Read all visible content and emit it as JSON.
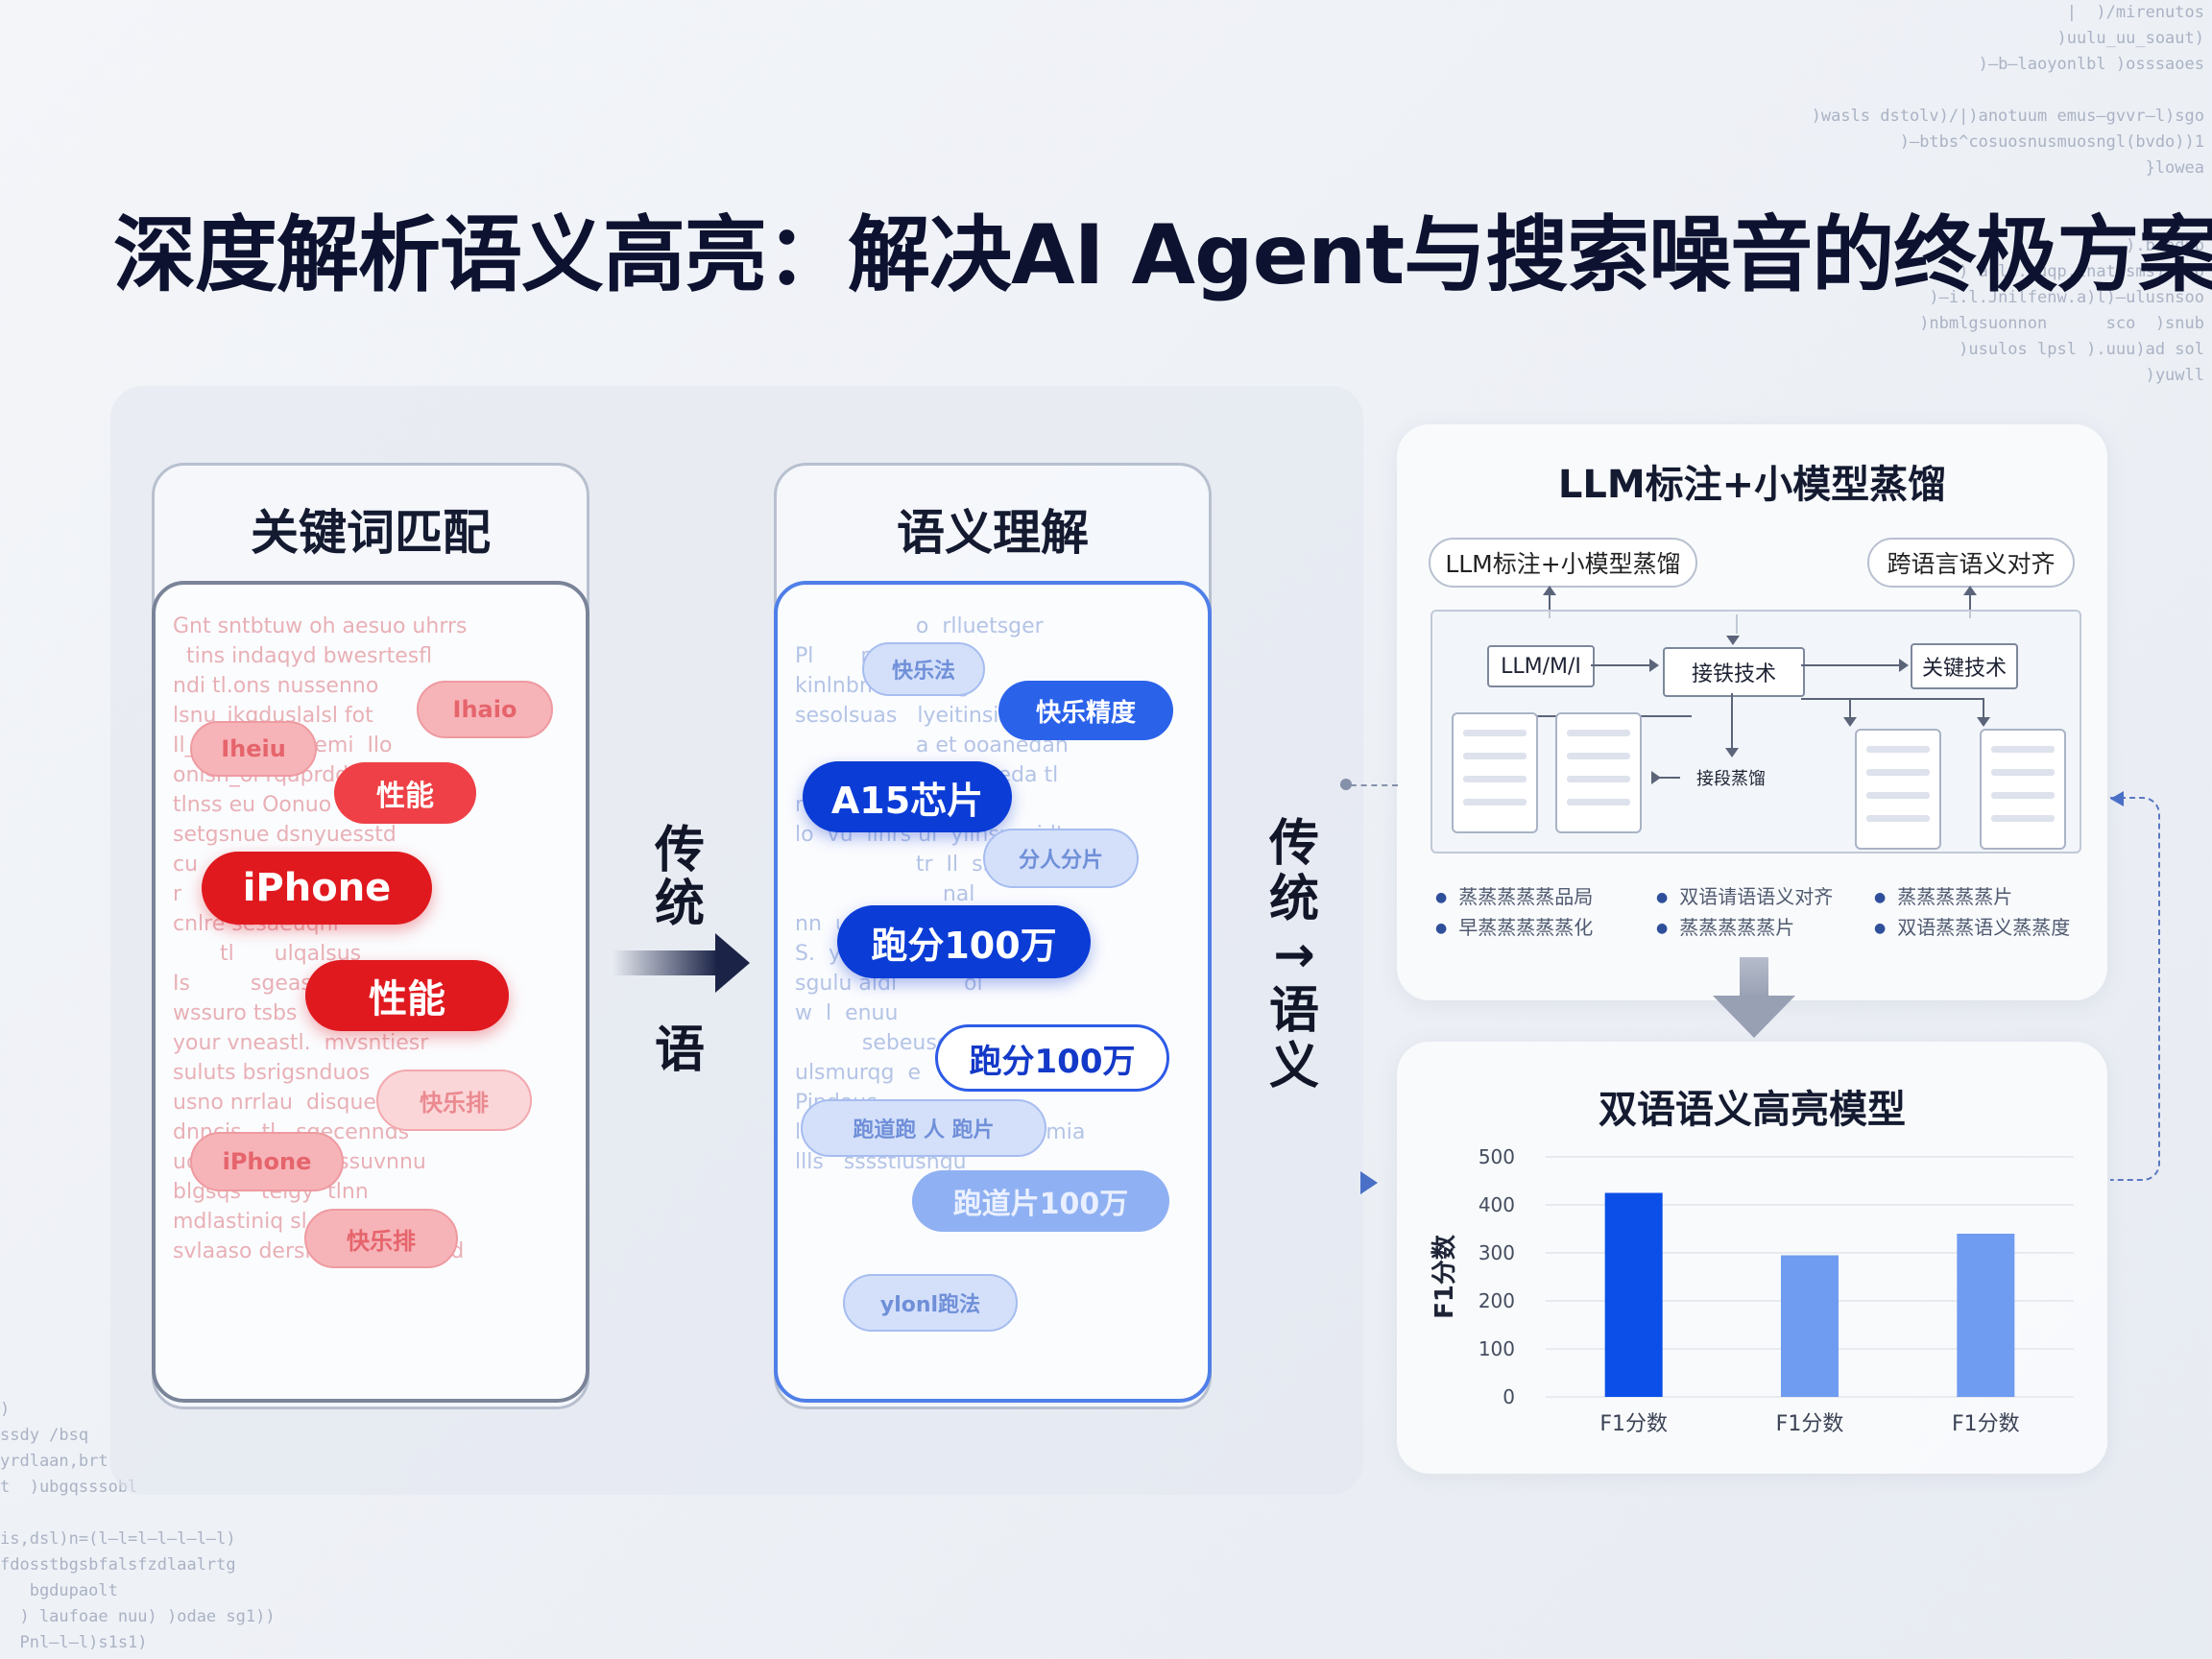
{
  "title": "深度解析语义高亮：解决AI Agent与搜索噪音的终极方案",
  "keyword_panel": {
    "title": "关键词匹配",
    "noise_text": "Gnt sntbtuw oh aesuo uhrrs\n  tins indaqyd bwesrtesfl\nndi tl.ons nussenno\nlsnu_ikgduslalsl fot\nIl_a  enaod  nemi  Ilo\nonlsn_ol rqaprddstu vyu\ntlnss eu Oonuo  tlruusa\nsetgsnue dsnyuesstd\ncu       tsbwoonss\nr      s   aprs    wolll\ncnlre sesaeuqnl\n       tl      ulqalsus\nIs         sgeasdl\nwssuro tsbs    psauunfuuu\nyour vneastl.  mvsntiesr\nsuluts bsrigsnduos\nusno nrrlau  disquestnaiuts\ndnncis   tl   sgecennds\nuonrsi enuul   tissuvnnu\nblgsqs   telgy  tlnn\nmdlastiniq sl chtilnsrlon\nsvlaaso dersrss o wdmbasd",
    "pills": [
      {
        "text": "Ihaio",
        "style": "r-soft"
      },
      {
        "text": "Iheiu",
        "style": "r-soft"
      },
      {
        "text": "性能",
        "style": "r-mid"
      },
      {
        "text": "iPhone",
        "style": "r-strong"
      },
      {
        "text": "性能",
        "style": "r-strong"
      },
      {
        "text": "快乐排",
        "style": "r-pale"
      },
      {
        "text": "iPhone",
        "style": "r-soft"
      },
      {
        "text": "快乐排",
        "style": "r-soft"
      }
    ]
  },
  "semantic_panel": {
    "title": "语义理解",
    "noise_text": "                  o  rlluetsger\nPl       nd  l\nkinlnbnd  maasg\nsesolsuas   lyeitinsisrs\n                  a et ooanedan\n                  tu   ysiseda tl\nra  ru   nlsaso    nnl\nlo  vu  llnrs ul  ylinsuesidt\n                  tr  Il  sndasrl\n                      nal\nnn  ul  nerlvs  o  hldls tu\nS.  ysaseyganw  ttusdxiulu\nsgulu aldl          ol\nw  l  enuu\n          sebeusqnd\nulsmurqg  e    puoeg  so\nPindous\nlrulemasstn  pasidrn  tbmia\nllls   sssstlusngu",
    "pills": [
      {
        "text": "快乐法",
        "style": "b-pale"
      },
      {
        "text": "快乐精度",
        "style": "b-mid"
      },
      {
        "text": "A15芯片",
        "style": "b-strong"
      },
      {
        "text": "分人分片",
        "style": "b-pale"
      },
      {
        "text": "跑分100万",
        "style": "b-strong"
      },
      {
        "text": "跑分100万",
        "style": "b-outline"
      },
      {
        "text": "跑道跑 人 跑片",
        "style": "b-pale"
      },
      {
        "text": "跑道片100万",
        "style": "b-soft"
      },
      {
        "text": "ylonl跑法",
        "style": "b-pale"
      }
    ]
  },
  "left_arrow_label": {
    "top": "传统",
    "bottom": "语"
  },
  "middle_vertical_label": "传统→语义",
  "pipeline_card": {
    "title": "LLM标注+小模型蒸馏",
    "cap_left": "LLM标注+小模型蒸馏",
    "cap_right": "跨语言语义对齐",
    "nodes": {
      "llm": "LLM/M/I",
      "tech": "接铁技术",
      "key": "关键技术",
      "mid": "接段蒸馏"
    },
    "bullets": [
      "蒸蒸蒸蒸蒸品局",
      "双语请语语义对齐",
      "蒸蒸蒸蒸蒸片",
      "早蒸蒸蒸蒸蒸化",
      "蒸蒸蒸蒸蒸片",
      "双语蒸蒸语义蒸蒸度"
    ]
  },
  "result_card": {
    "title": "双语语义高亮模型"
  },
  "chart_data": {
    "type": "bar",
    "title": "",
    "xlabel": "",
    "ylabel": "F1分数",
    "categories": [
      "F1分数",
      "F1分数",
      "F1分数"
    ],
    "values": [
      425,
      295,
      340
    ],
    "ylim": [
      0,
      500
    ],
    "yticks": [
      0,
      100,
      200,
      300,
      400,
      500
    ],
    "bar_colors": [
      "#0b4ee8",
      "#6f9cf0",
      "#6f9cf0"
    ],
    "grid": true
  },
  "code_top_right": "  |  )/mirenutos\n  )uulu_uu_soaut)\n  )—b—laoyonlbl )osssaoes\n\n)wasls dstolv)/|)anotuum emus—gvvr—l)sgo\n)—btbs^cosuosnusmuosngl(bvdo))1\n  }lowea\n\n\n  ).blodub\n  ) auls.nuqp.lnatosms) |no\n  )—i.l.Jnilfenw.a)l)—ulusnsoo\n  )nbmlgsuonnon      sco  )snub\n  )usulos lpsl ).uuu)ad sol\n  )yuwll",
  "code_bottom_left": ")\nssdy /bsq\nyrdlaan,brt\nt  )ubgqsssobl\n\nis,dsl)n=(l—l=l—l—l—l—l)\nfdosstbgsbfalsfzdlaalrtg\n   bgdupaolt\n  ) laufoae nuu) )odae sg1))\n  Pnl—l—l)s1s1)"
}
